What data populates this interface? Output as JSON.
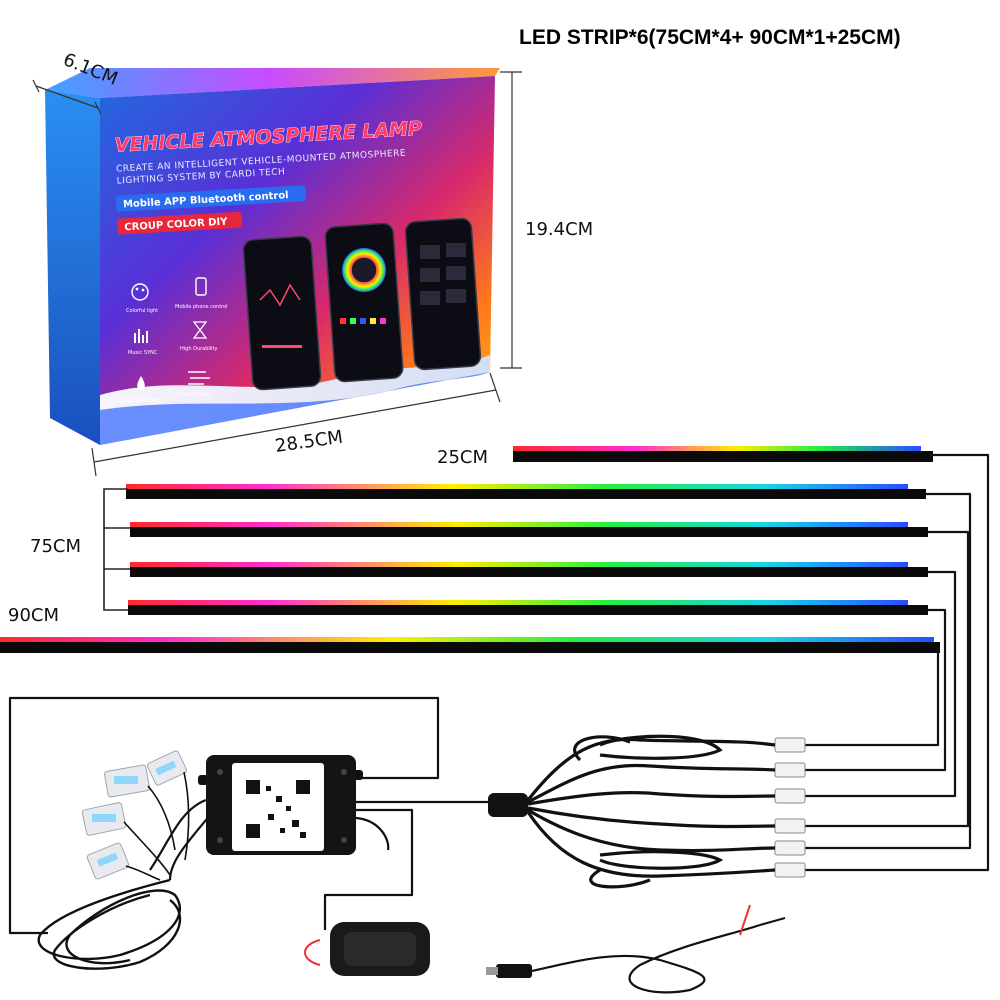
{
  "heading": "LED STRIP*6(75CM*4+ 90CM*1+25CM)",
  "box": {
    "title": "VEHICLE ATMOSPHERE LAMP",
    "subtitle_line1": "CREATE AN INTELLIGENT VEHICLE-MOUNTED ATMOSPHERE",
    "subtitle_line2": "LIGHTING SYSTEM BY CARDI TECH",
    "feature_blue": "Mobile APP Bluetooth control",
    "feature_red": "CROUP COLOR DIY",
    "icons": [
      {
        "icon": "palette-icon",
        "label": "Colorful light"
      },
      {
        "icon": "phone-icon",
        "label": "Mobile phone control"
      },
      {
        "icon": "music-bars-icon",
        "label": "Music SYNC"
      },
      {
        "icon": "hourglass-icon",
        "label": "High Durability"
      },
      {
        "icon": "water-drop-icon",
        "label": "IP68 Waterproof"
      },
      {
        "icon": "wind-icon",
        "label": "Colorful flicker"
      }
    ]
  },
  "dimensions": {
    "depth": "6.1CM",
    "height": "19.4CM",
    "width": "28.5CM"
  },
  "strips": [
    {
      "label": "25CM"
    },
    {
      "label": "75CM"
    },
    {
      "label": "90CM"
    }
  ],
  "colors": {
    "strip_red": "#ff2a2a",
    "strip_magenta": "#ff2dd2",
    "strip_yellow": "#ffee00",
    "strip_green": "#22ee44",
    "strip_blue": "#2a4bff",
    "wire": "#111111"
  }
}
